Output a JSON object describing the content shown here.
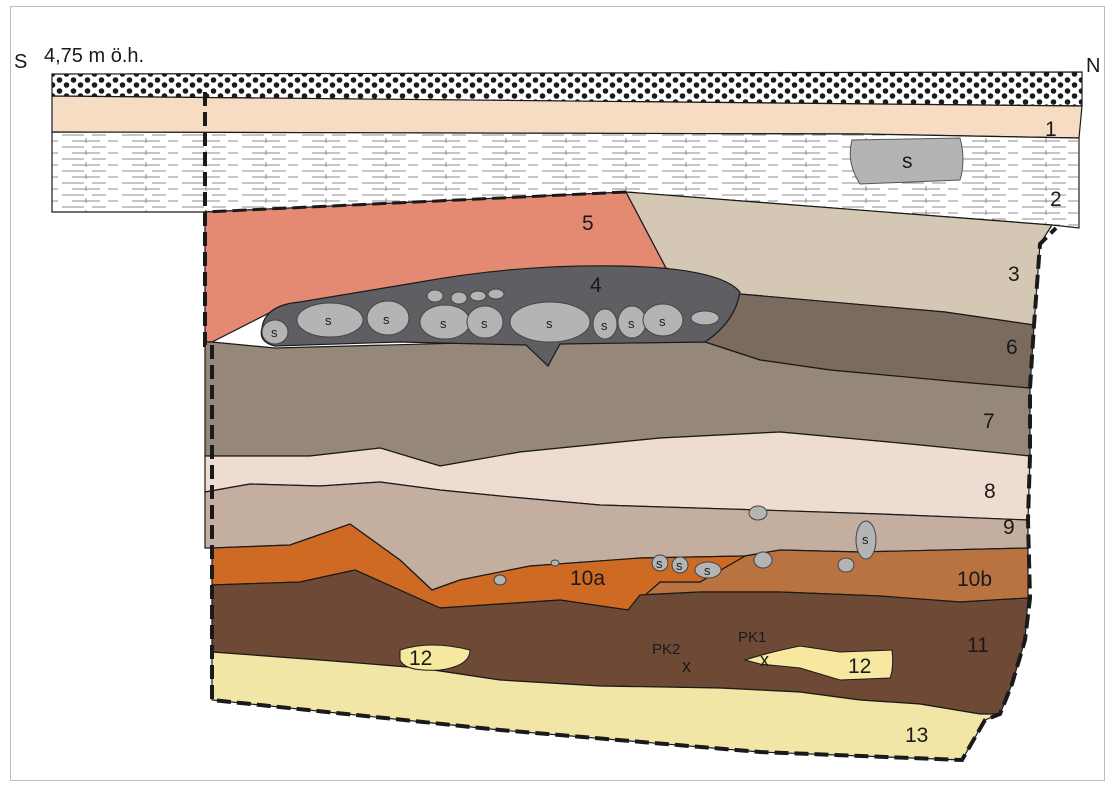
{
  "header": {
    "south": "S",
    "elevation": "4,75 m ö.h.",
    "north": "N"
  },
  "layers": {
    "l1": "1",
    "l2": "2",
    "l3": "3",
    "l4": "4",
    "l5": "5",
    "l6": "6",
    "l7": "7",
    "l8": "8",
    "l9": "9",
    "l10a": "10a",
    "l10b": "10b",
    "l11": "11",
    "l12a": "12",
    "l12b": "12",
    "l13": "13"
  },
  "stone_label": "s",
  "samples": {
    "pk1": "PK1",
    "pk2": "PK2",
    "mark": "x"
  },
  "colors": {
    "layer1": "#f5dcc3",
    "layer3": "#d4c8b4",
    "layer4": "#5f5f63",
    "layer5": "#e48a73",
    "layer6": "#7a6b5e",
    "layer7": "#958779",
    "layer8": "#efdcd0",
    "layer9": "#c3aea0",
    "layer10a": "#cf6a24",
    "layer10b": "#b87340",
    "layer11": "#6e4a36",
    "layer12": "#f6e89e",
    "layer13": "#f2e6a6",
    "stone": "#b4b4b4"
  }
}
